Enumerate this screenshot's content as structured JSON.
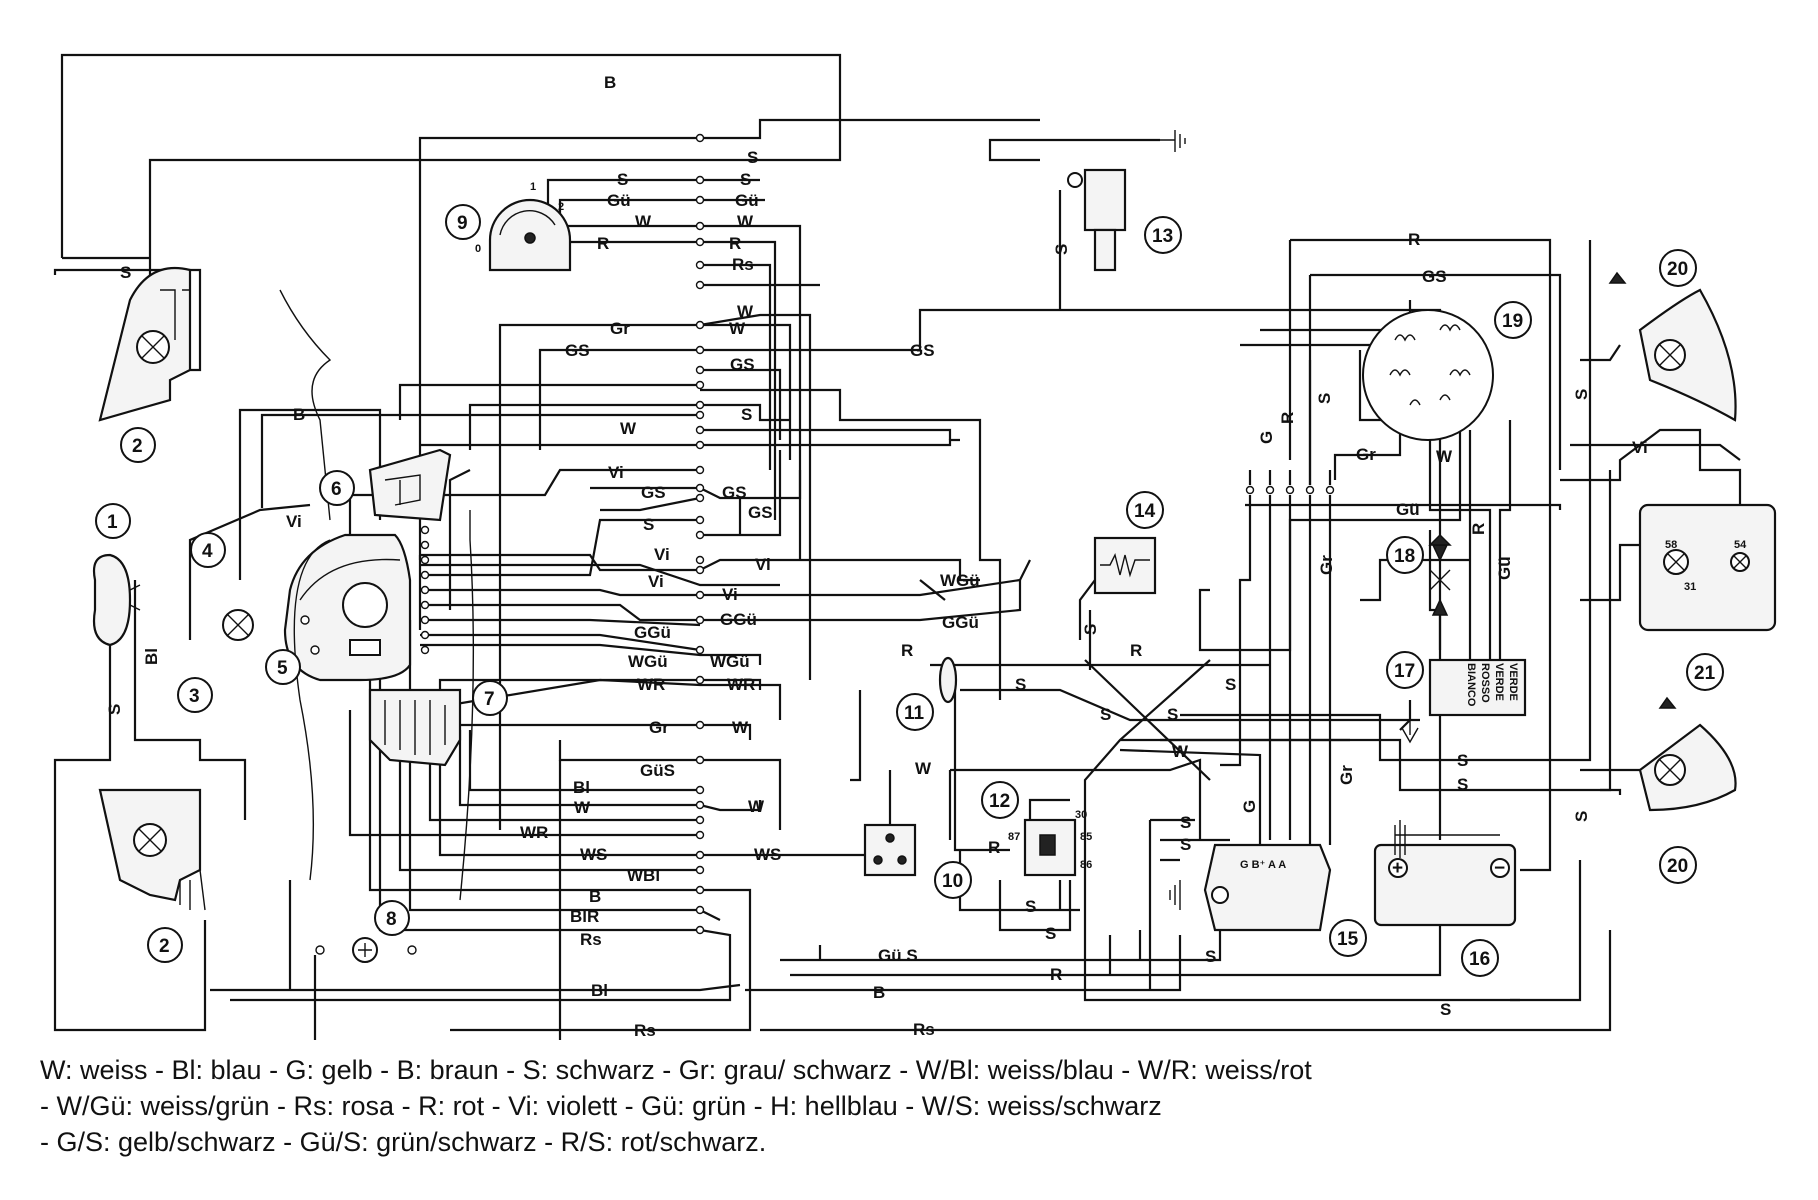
{
  "wire_labels": {
    "top_b": "B",
    "sw_s1": "S",
    "sw_s2": "S",
    "sw_gu1": "Gü",
    "sw_gu2": "Gü",
    "sw_w1": "W",
    "sw_w2": "W",
    "sw_r1": "R",
    "sw_r2": "R",
    "sw_rs": "Rs",
    "lamp2_s": "S",
    "gr1": "Gr",
    "w_a": "W",
    "w_b": "W",
    "gs1": "GS",
    "gs2": "GS",
    "gs3": "GS",
    "b_left": "B",
    "s_mid": "S",
    "w_mid": "W",
    "vi1": "Vi",
    "vi_left": "Vi",
    "gs4": "GS",
    "gs5": "GS",
    "gs6": "GS",
    "s_mid2": "S",
    "vi2": "Vi",
    "vi3": "Vi",
    "vi4": "Vi",
    "vi5": "Vi",
    "wgu1": "WGü",
    "ggu1": "GGü",
    "ggu2": "GGü",
    "ggu3": "GGü",
    "wgu2": "WGü",
    "wgu3": "WGü",
    "wr1": "WR",
    "wr2": "WR",
    "gr2": "Gr",
    "w_c": "W",
    "gus": "GüS",
    "bl1": "Bl",
    "w_d": "W",
    "w_e": "W",
    "wr3": "WR",
    "ws1": "WS",
    "ws2": "WS",
    "wbl": "WBl",
    "b_low": "B",
    "blr": "BlR",
    "rs1": "Rs",
    "bl2": "Bl",
    "rs2": "Rs",
    "gr_bot": "Gr",
    "bl_vert": "Bl",
    "s_vert1": "S",
    "s13": "S",
    "r_top": "R",
    "gs_top": "GS",
    "gs_long": "GS",
    "s19": "S",
    "gr19": "Gr",
    "w19": "W",
    "g_v": "G",
    "r_v": "R",
    "gu_h": "Gü",
    "r_v2": "R",
    "gu_v": "Gü",
    "gr_v": "Gr",
    "s_v14": "S",
    "r_h1": "R",
    "s_h1": "S",
    "s_h2": "S",
    "s_x1": "S",
    "s_x2": "S",
    "w_long": "W",
    "w_10": "W",
    "r_10": "R",
    "gr_v2": "Gr",
    "g_v2": "G",
    "s_15a": "S",
    "s_15b": "S",
    "s_12": "S",
    "s_bot1": "S",
    "s_15c": "S",
    "gus_bot": "Gü S",
    "r_bot": "R",
    "b_bot": "B",
    "s_long": "S",
    "rs_bot": "Rs",
    "s_r1": "S",
    "s_r2": "S",
    "vi_r": "Vi",
    "s_r3": "S",
    "s_20a": "S",
    "s_20b": "S"
  },
  "component_numbers": [
    "1",
    "2",
    "2",
    "3",
    "4",
    "5",
    "6",
    "7",
    "8",
    "9",
    "10",
    "11",
    "12",
    "13",
    "14",
    "15",
    "16",
    "17",
    "18",
    "19",
    "20",
    "20",
    "21"
  ],
  "component_text": {
    "sw_pos_1": "1",
    "sw_pos_2": "2",
    "sw_pos_0": "0",
    "relay_30": "30",
    "relay_85": "85",
    "relay_86": "86",
    "relay_87": "87",
    "reg_pins": "G B⁺ A  A",
    "lamp21_58": "58",
    "lamp21_54": "54",
    "lamp21_31": "31",
    "cdi_colors": [
      "BIANCO",
      "ROSSO",
      "VERDE",
      "VERDE"
    ],
    "plus": "+",
    "minus": "−"
  },
  "legend": [
    "W: weiss - Bl: blau - G: gelb - B: braun - S: schwarz - Gr: grau/ schwarz - W/Bl: weiss/blau - W/R: weiss/rot",
    " - W/Gü: weiss/grün  - Rs: rosa - R: rot - Vi: violett - Gü: grün - H: hellblau - W/S: weiss/schwarz",
    " - G/S:  gelb/schwarz  - Gü/S:  grün/schwarz  - R/S:  rot/schwarz."
  ]
}
